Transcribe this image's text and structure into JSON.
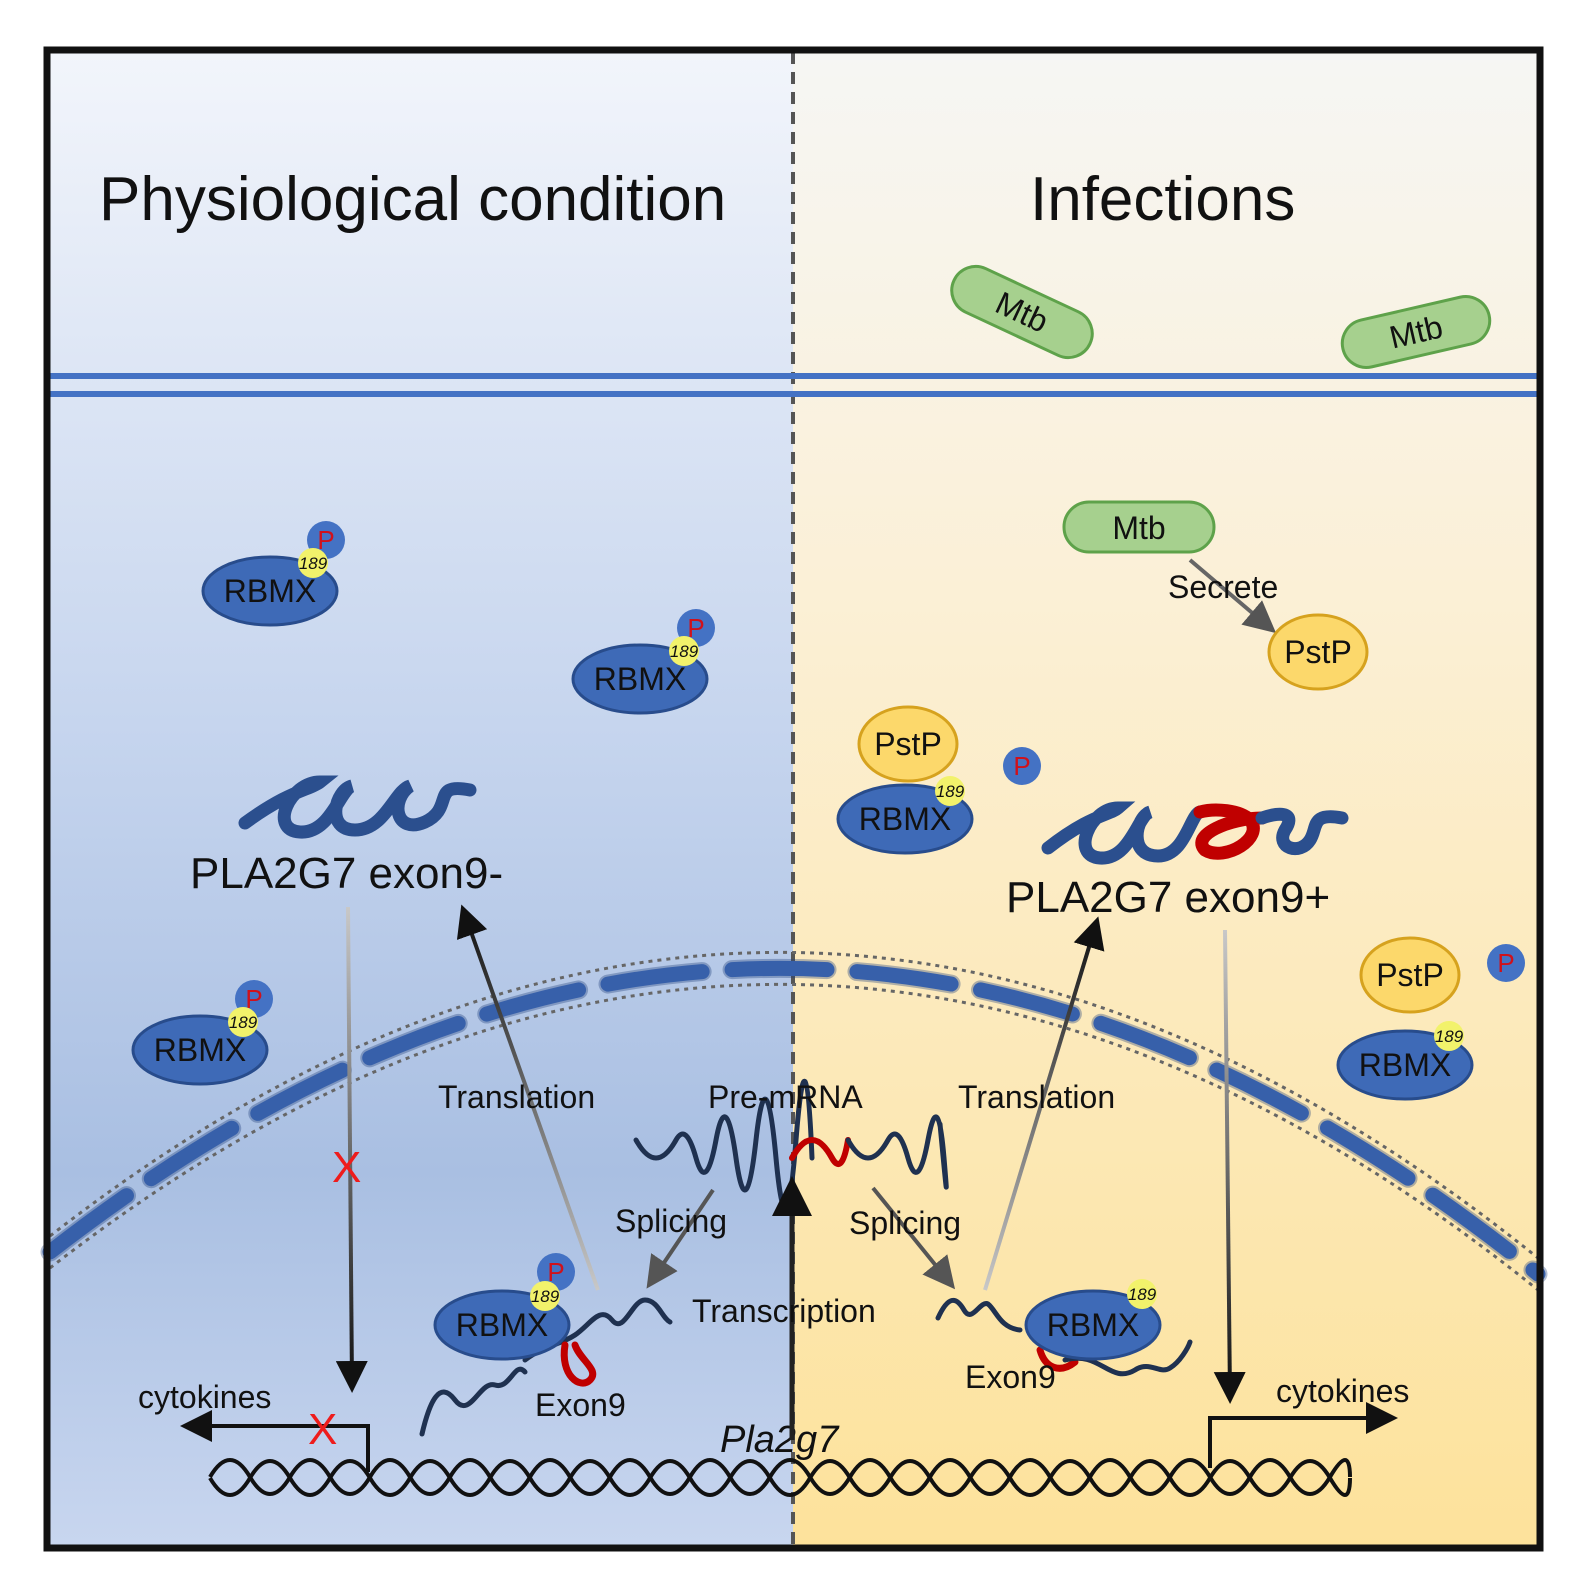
{
  "panels": {
    "left": {
      "title": "Physiological condition",
      "isoform": "PLA2G7 exon9-"
    },
    "right": {
      "title": "Infections",
      "isoform": "PLA2G7 exon9+"
    }
  },
  "labels": {
    "pathogen": "Mtb",
    "phosphatase": "PstP",
    "protein": "RBMX",
    "site": "189",
    "phospho": "P",
    "secrete": "Secrete",
    "translation": "Translation",
    "splicing": "Splicing",
    "transcription": "Transcription",
    "pre_mrna": "Pre-mRNA",
    "exon": "Exon9",
    "cytokines": "cytokines",
    "gene": "Pla2g7",
    "blocked_mark": "X"
  },
  "colors": {
    "membrane": "#4472c4",
    "rbmx": "#3e6ab7",
    "pathogen": "#a6d08e",
    "pstp": "#fcd86b",
    "site": "#f2f26b",
    "exon9": "#c00000",
    "rna": "#1f3150",
    "left_panel": "#c3d2ec",
    "right_panel": "#fde8b2"
  }
}
